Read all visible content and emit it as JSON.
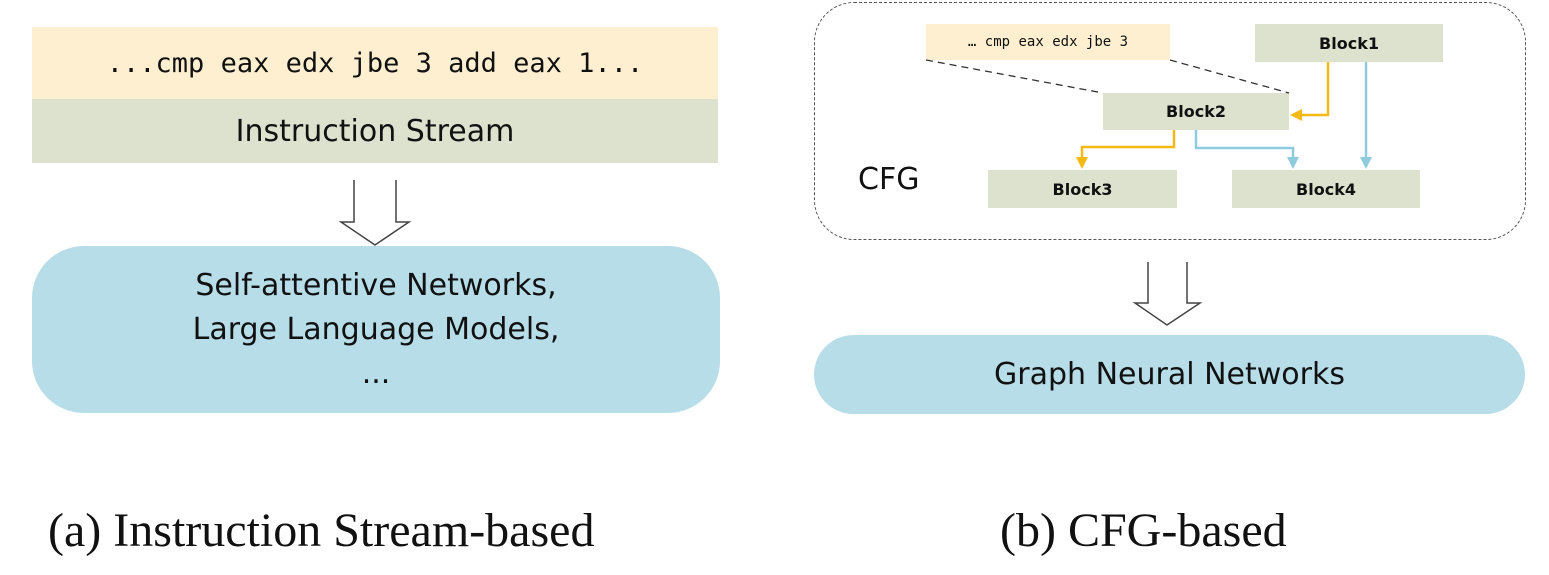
{
  "panel_a": {
    "code_text": "...cmp eax edx jbe 3 add eax 1...",
    "stream_label": "Instruction Stream",
    "model_lines": [
      "Self-attentive Networks,",
      "Large Language Models,",
      "..."
    ],
    "caption": "(a) Instruction Stream-based"
  },
  "panel_b": {
    "cfg_label": "CFG",
    "code_text": "… cmp eax edx jbe 3",
    "blocks": [
      "Block1",
      "Block2",
      "Block3",
      "Block4"
    ],
    "model_label": "Graph Neural Networks",
    "caption": "(b) CFG-based"
  },
  "colors": {
    "code_bg": "#fdefd0",
    "block_bg": "#dde2cf",
    "model_bg": "#b7dde8",
    "edge_yellow": "#f5b914",
    "edge_blue": "#8ecbdc"
  }
}
